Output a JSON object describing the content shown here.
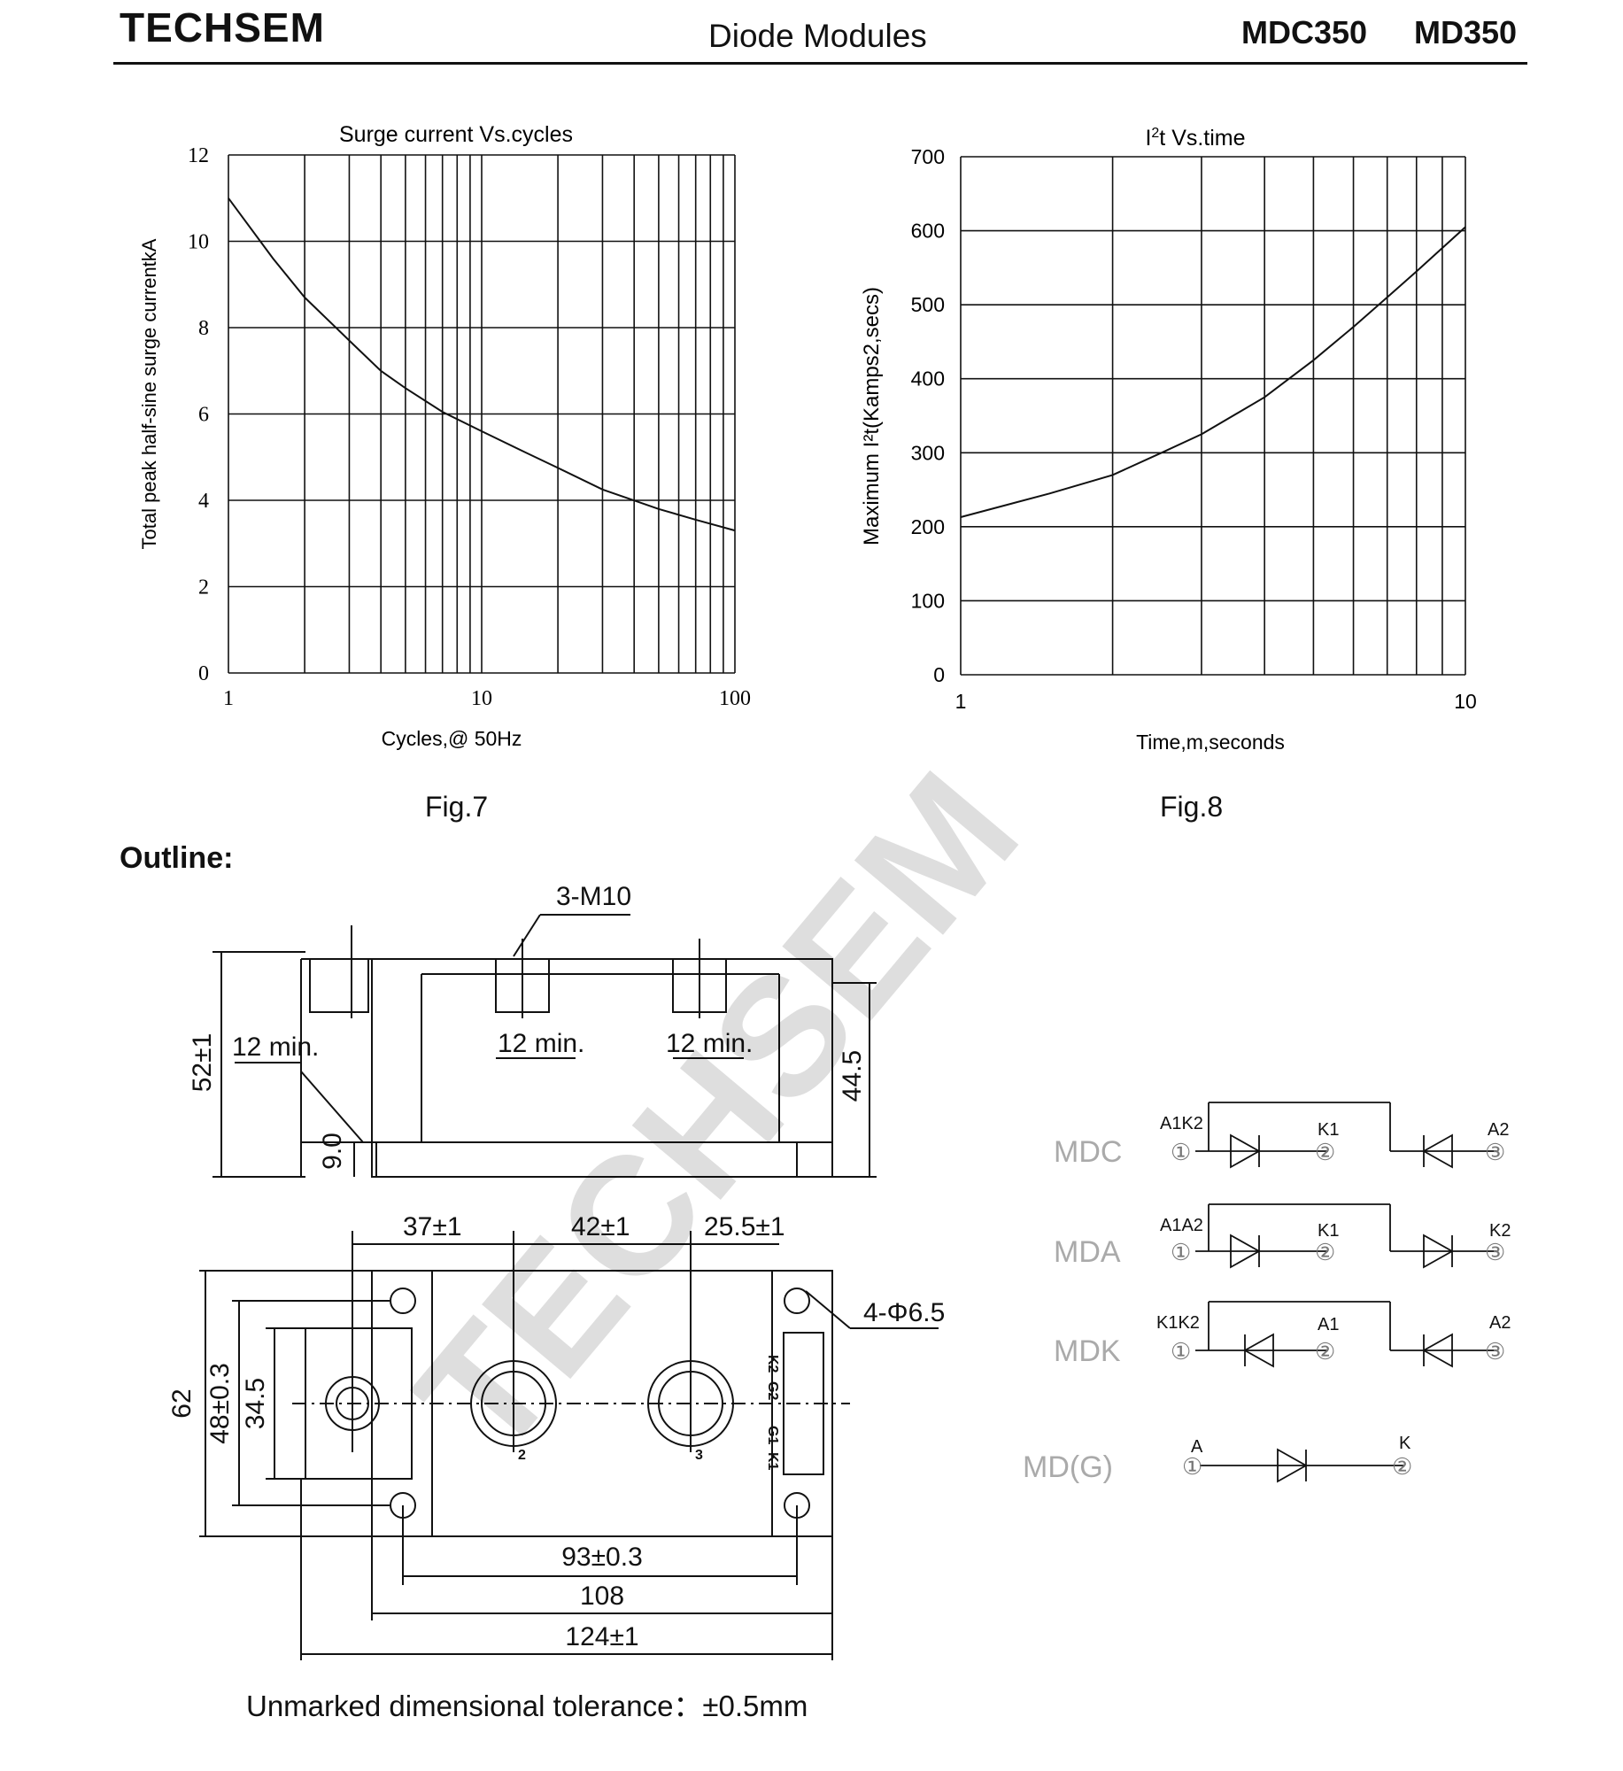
{
  "header": {
    "brand": "TECHSEM",
    "title": "Diode Modules",
    "part_numbers": [
      "MDC350",
      "MD350"
    ]
  },
  "chart_data": [
    {
      "type": "line",
      "title": "Surge current  Vs.cycles",
      "xlabel": "Cycles,@ 50Hz",
      "ylabel": "Total peak half-sine surge currentkA",
      "x_scale": "log",
      "xlim": [
        1,
        100
      ],
      "ylim": [
        0,
        12
      ],
      "x_ticks": [
        "1",
        "10",
        "100"
      ],
      "y_ticks": [
        "0",
        "2",
        "4",
        "6",
        "8",
        "10",
        "12"
      ],
      "grid": true,
      "series": [
        {
          "x": [
            1,
            1.5,
            2,
            3,
            4,
            5,
            7,
            10,
            15,
            20,
            30,
            50,
            70,
            100
          ],
          "y": [
            11.0,
            9.6,
            8.7,
            7.7,
            7.0,
            6.6,
            6.05,
            5.6,
            5.1,
            4.75,
            4.25,
            3.8,
            3.55,
            3.3
          ]
        }
      ],
      "caption": "Fig.7"
    },
    {
      "type": "line",
      "title_prefix": "I",
      "title_sup": "2",
      "title_suffix": "t  Vs.time",
      "xlabel": "Time,m,seconds",
      "ylabel": "Maximum I²t(Kamps2,secs)",
      "x_scale": "log",
      "xlim": [
        1,
        10
      ],
      "ylim": [
        0,
        700
      ],
      "x_ticks": [
        "1",
        "10"
      ],
      "y_ticks": [
        "0",
        "100",
        "200",
        "300",
        "400",
        "500",
        "600",
        "700"
      ],
      "grid": true,
      "series": [
        {
          "x": [
            1,
            1.5,
            2,
            2.5,
            3,
            4,
            5,
            6,
            7,
            8,
            10
          ],
          "y": [
            213,
            245,
            270,
            300,
            325,
            375,
            425,
            470,
            510,
            545,
            605
          ]
        }
      ],
      "caption": "Fig.8"
    }
  ],
  "outline": {
    "heading": "Outline:",
    "side_view_labels": {
      "thread": "3-M10",
      "height": "52±1",
      "min1": "12 min.",
      "min2": "12 min.",
      "min3": "12 min.",
      "right_height": "44.5",
      "base": "9.0"
    },
    "top_view_labels": {
      "d1": "37±1",
      "d2": "42±1",
      "d3": "25.5±1",
      "holes": "4-Φ6.5",
      "w62": "62",
      "w48": "48±0.3",
      "w34": "34.5",
      "l93": "93±0.3",
      "l108": "108",
      "l124": "124±1",
      "terminal2": "2",
      "terminal3": "3",
      "aux": [
        "K2",
        "G2",
        "G1",
        "K1"
      ]
    },
    "tolerance": "Unmarked dimensional tolerance：±0.5mm"
  },
  "circuits": [
    {
      "name": "MDC",
      "left": "A1K2",
      "mid": "K1",
      "right": "A2"
    },
    {
      "name": "MDA",
      "left": "A1A2",
      "mid": "K1",
      "right": "K2"
    },
    {
      "name": "MDK",
      "left": "K1K2",
      "mid": "A1",
      "right": "A2"
    },
    {
      "name": "MD(G)",
      "left": "A",
      "right": "K"
    }
  ],
  "terminal_numbers": [
    "①",
    "②",
    "③"
  ],
  "watermark": "TECHSEM"
}
